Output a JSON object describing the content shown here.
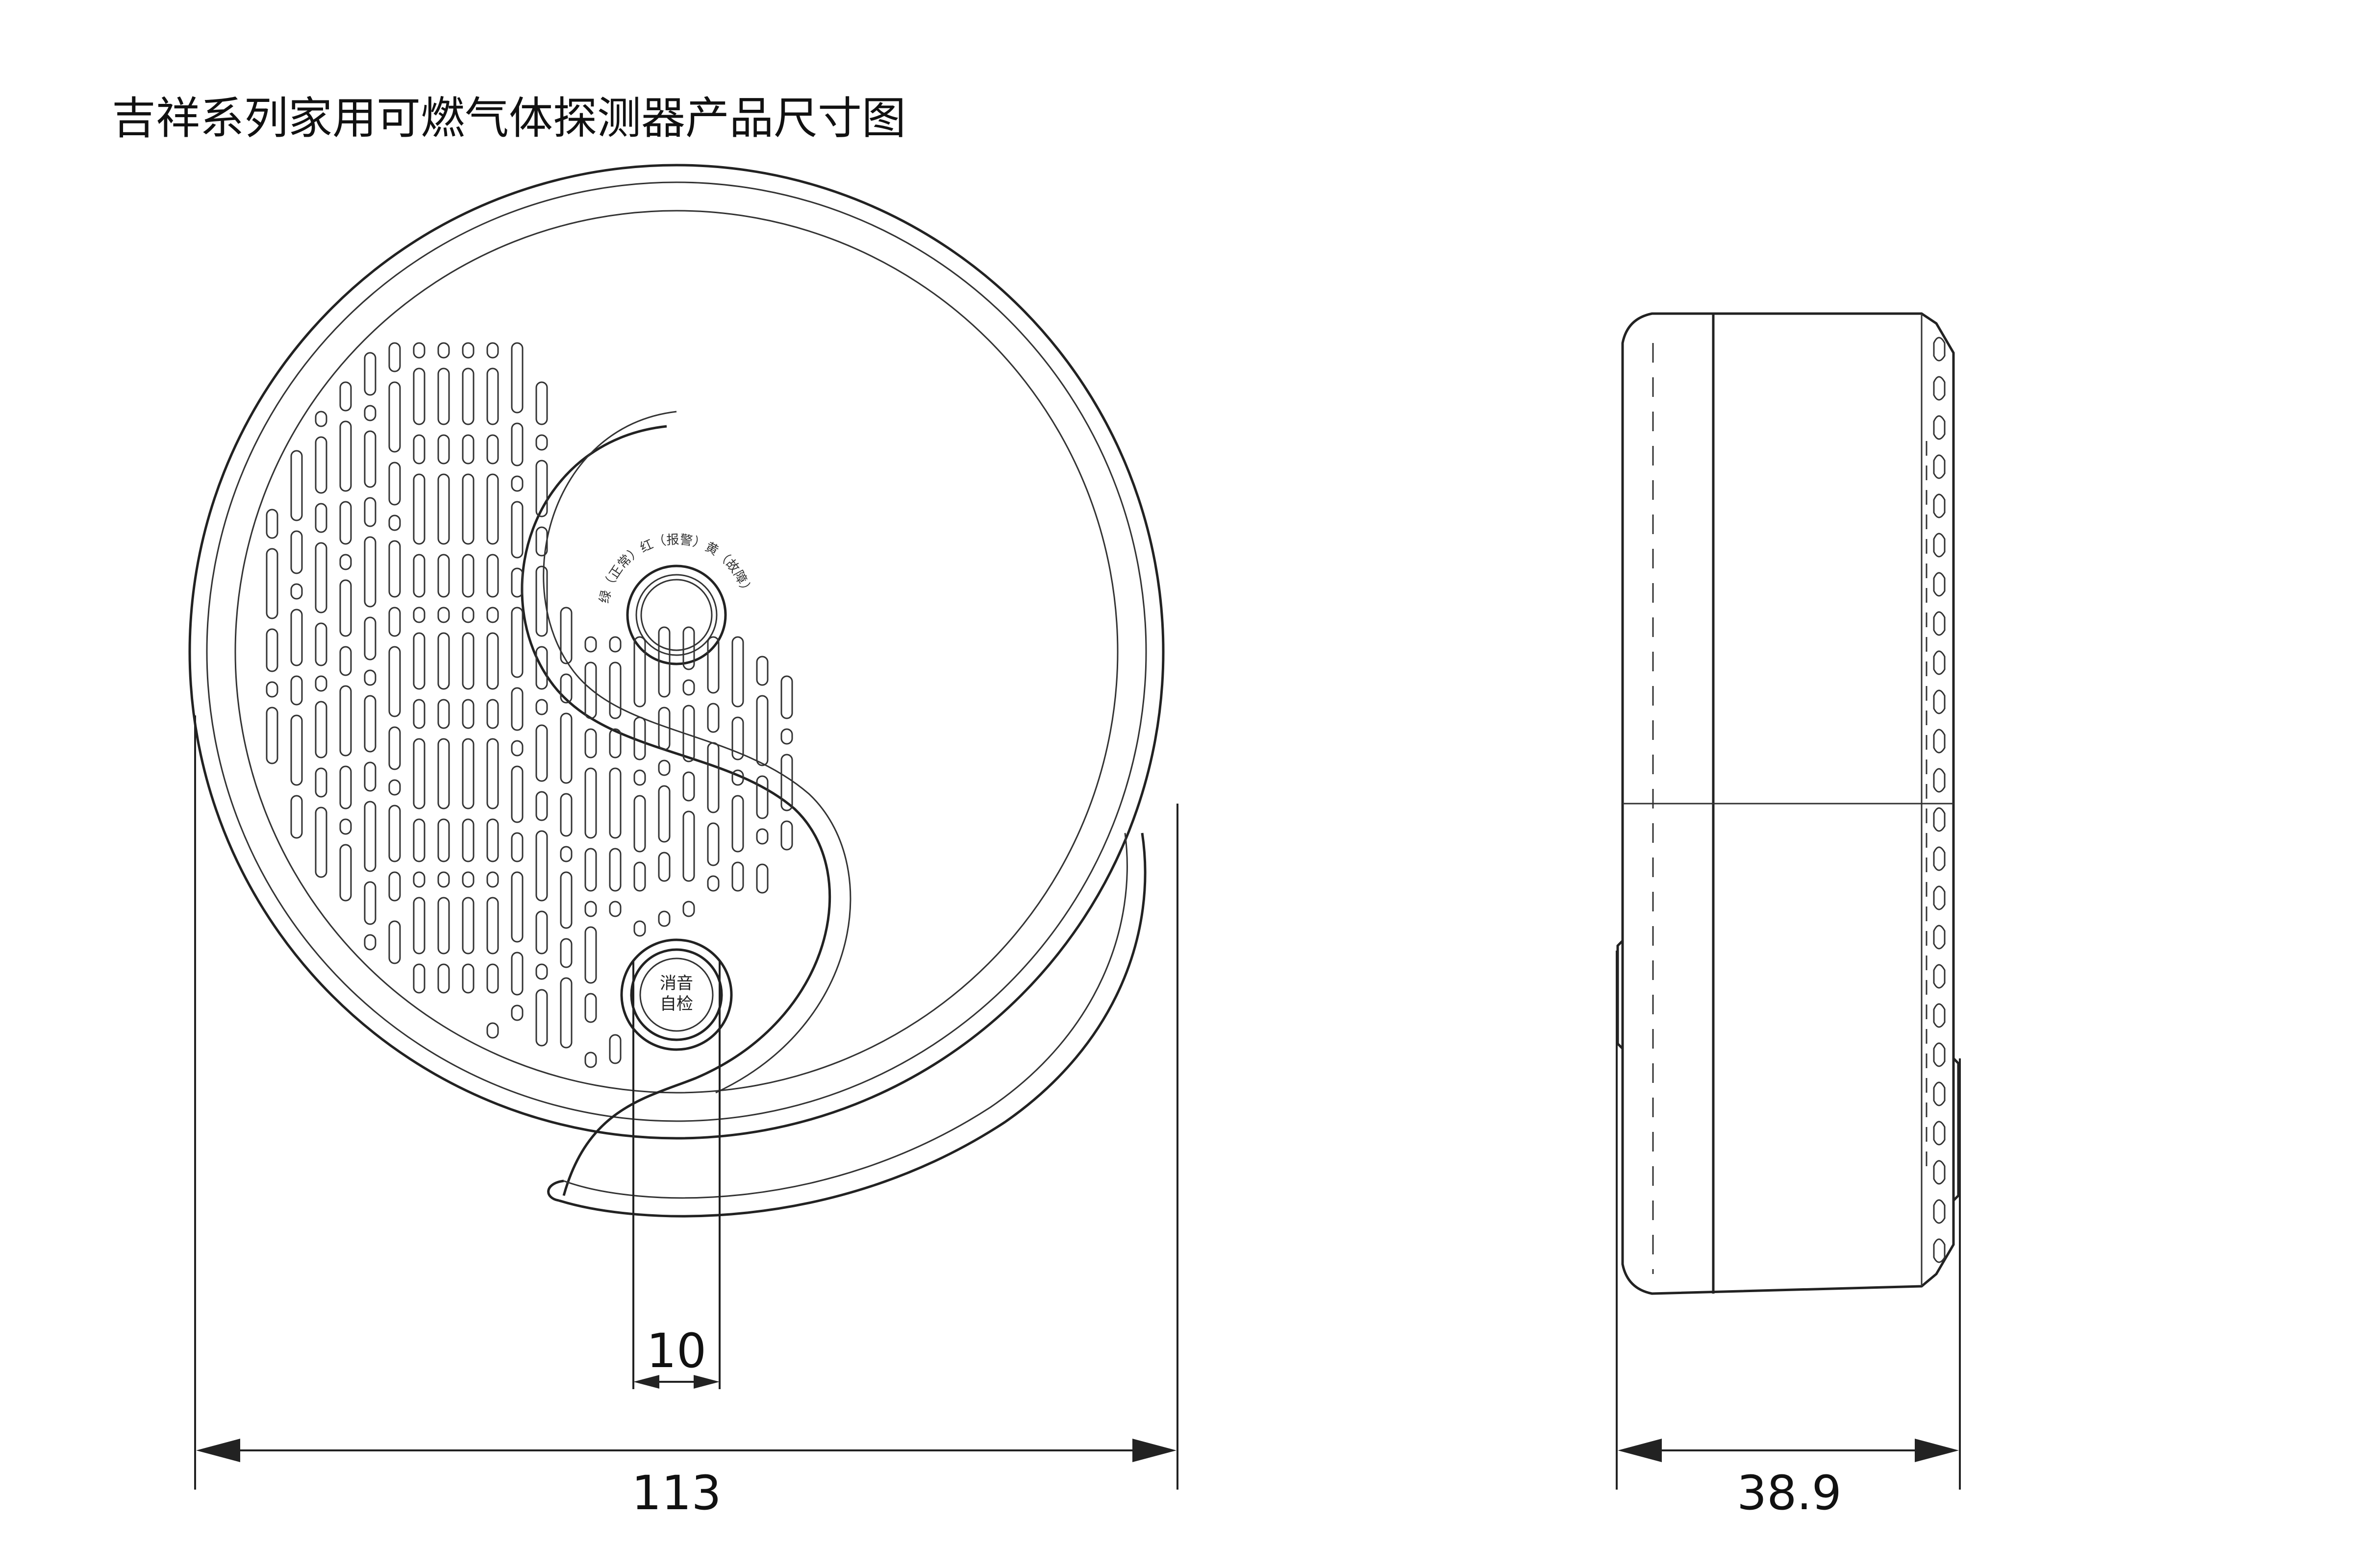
{
  "title": "吉祥系列家用可燃气体探测器产品尺寸图",
  "front_view": {
    "led_label": "绿（正常）红（报警）黄（故障）",
    "button_label_top": "消音",
    "button_label_bottom": "自检"
  },
  "dimensions": {
    "button_width": "10",
    "diameter": "113",
    "depth": "38.9"
  },
  "colors": {
    "line": "#222222",
    "background": "#ffffff"
  }
}
